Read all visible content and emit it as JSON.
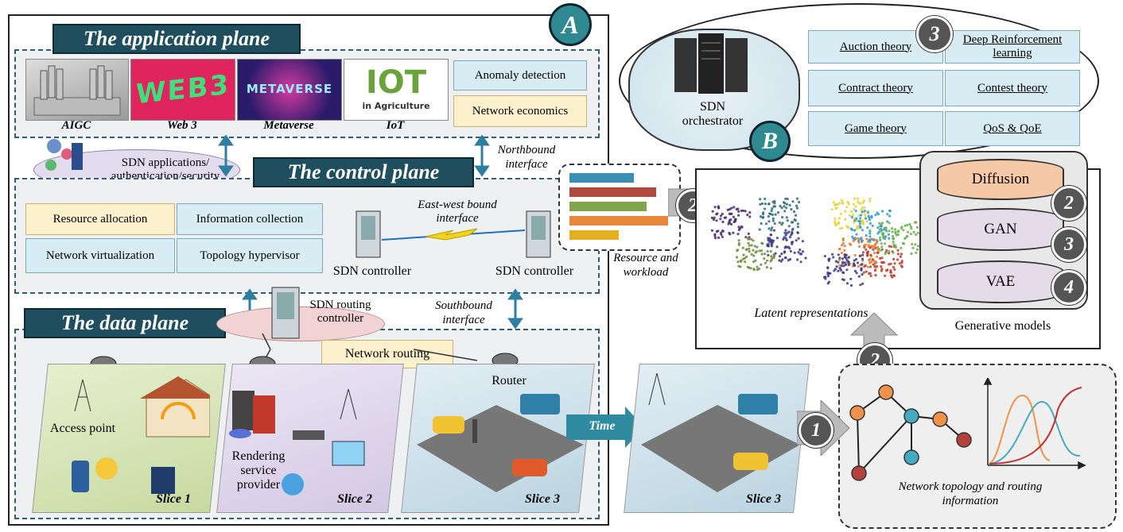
{
  "panel_a": {
    "badge": "A",
    "application_plane": {
      "title": "The application plane",
      "tiles": [
        {
          "caption": "AIGC"
        },
        {
          "caption": "Web 3",
          "art_text": "WEB3"
        },
        {
          "caption": "Metaverse",
          "art_text": "METAVERSE"
        },
        {
          "caption": "IoT",
          "art_text": "IOT",
          "art_subtext": "in Agriculture"
        }
      ],
      "boxes": [
        "Anomaly detection",
        "Network economics"
      ]
    },
    "sdn_apps_label": "SDN applications/ authentication/security",
    "northbound_label": "Northbound interface",
    "control_plane": {
      "title": "The control plane",
      "boxes": [
        "Resource allocation",
        "Information collection",
        "Network virtualization",
        "Topology hypervisor"
      ],
      "eastwest_label": "East-west bound interface",
      "controller_left": "SDN controller",
      "controller_right": "SDN controller"
    },
    "routing_controller_label": "SDN routing controller",
    "southbound_label": "Southbound interface",
    "data_plane": {
      "title": "The data plane",
      "network_routing": "Network routing",
      "router_label": "Router",
      "access_point_label": "Access point",
      "rendering_label": "Rendering service provider",
      "slices": [
        "Slice 1",
        "Slice 2",
        "Slice 3"
      ]
    }
  },
  "time_label": "Time",
  "slice3_right": "Slice 3",
  "panel_b": {
    "badge": "B",
    "number_badge": "3",
    "orchestrator_label": "SDN orchestrator",
    "theories": [
      "Auction theory",
      "Deep Reinforcement learning",
      "Contract theory",
      "Contest theory",
      "Game theory",
      "QoS & QoE"
    ]
  },
  "resource_label": "Resource and workload",
  "resource_bars": [
    {
      "level": 0.65,
      "color": "#3b8fb5"
    },
    {
      "level": 0.88,
      "color": "#b04a3e"
    },
    {
      "level": 0.78,
      "color": "#7fa64a"
    },
    {
      "level": 1.0,
      "color": "#e8873a"
    },
    {
      "level": 0.5,
      "color": "#e3b023"
    }
  ],
  "latent_label": "Latent representations",
  "generative": {
    "models": [
      "Diffusion",
      "GAN",
      "VAE"
    ],
    "badges": [
      "2",
      "3",
      "4"
    ],
    "label": "Generative models",
    "colors": {
      "diffusion": "#f6c9a6",
      "other": "#e4dde9"
    }
  },
  "step_badges": {
    "arrow_to_latent": "2",
    "arrow_up": "2",
    "topology": "1"
  },
  "topology_label": "Network topology and routing information"
}
